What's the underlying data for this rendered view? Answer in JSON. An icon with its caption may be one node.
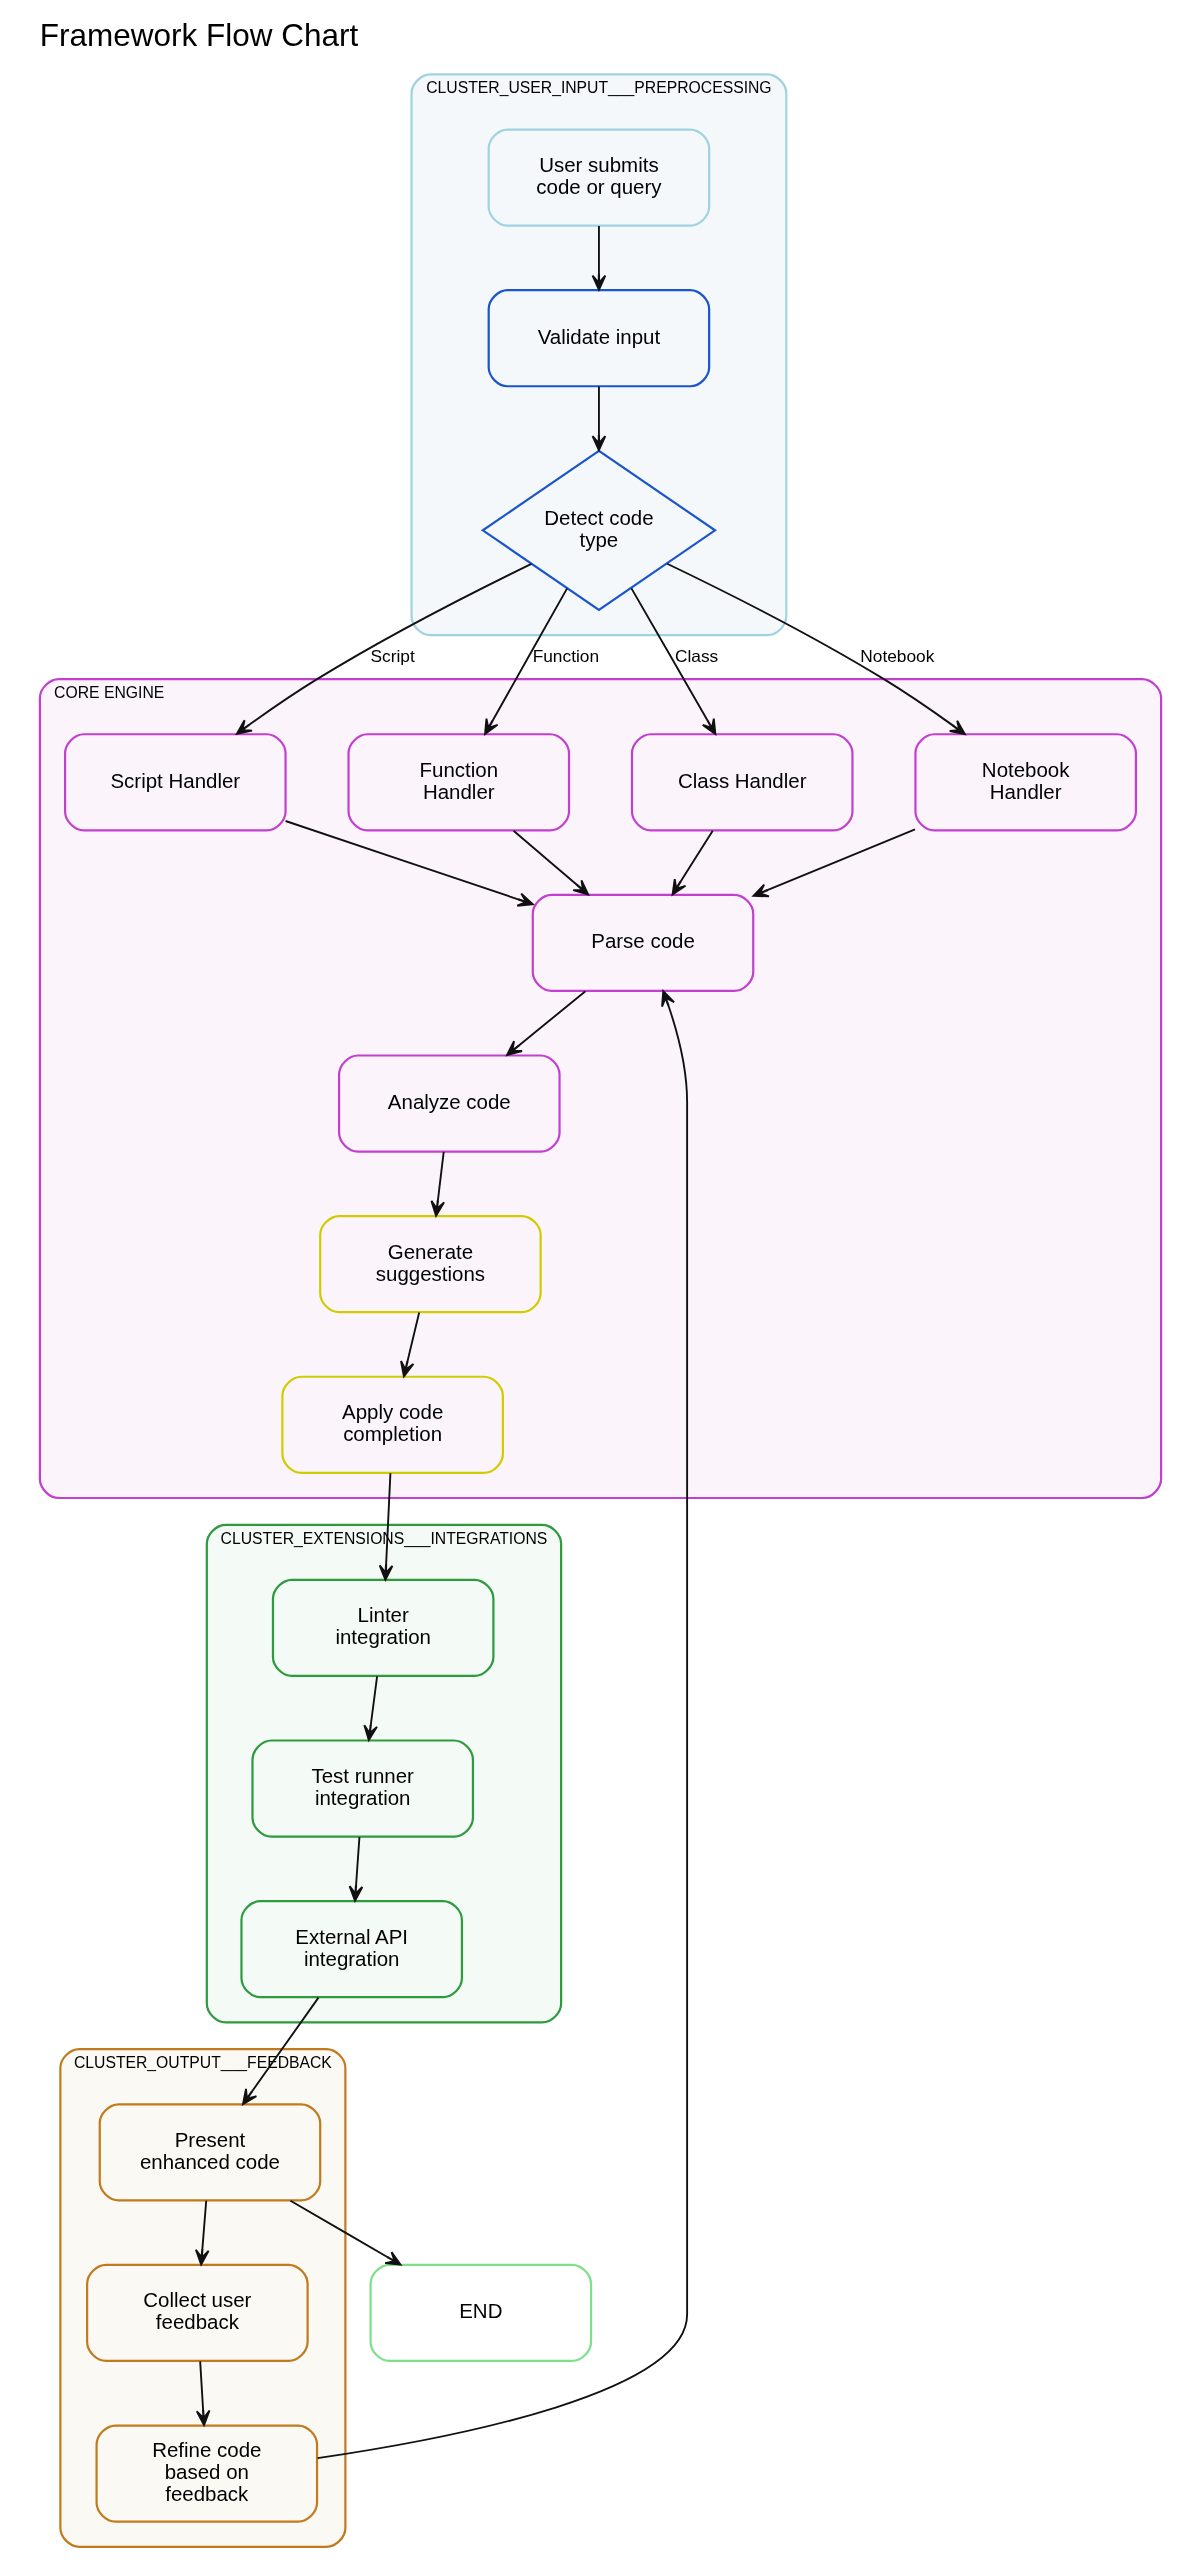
{
  "diagram": {
    "title": "Framework Flow Chart",
    "nodes": [
      {
        "text": [
          "CLUSTER_USER_INPUT___PREPROCESSING"
        ]
      },
      {
        "text": [
          "User submits code or query"
        ],
        "in": 0
      },
      {
        "text": [
          "Validate input"
        ],
        "in": 0
      },
      {
        "text": [
          "Detect code type"
        ],
        "in": 0
      },
      {
        "text": [
          "CORE ENGINE"
        ]
      },
      {
        "text": [
          "Script Handler"
        ],
        "in": 4
      },
      {
        "text": [
          "Function Handler"
        ],
        "in": 4
      },
      {
        "text": [
          "Class Handler"
        ],
        "in": 4
      },
      {
        "text": [
          "Notebook Handler"
        ],
        "in": 4
      },
      {
        "text": [
          "Parse code"
        ],
        "in": 4
      },
      {
        "text": [
          "Analyze code"
        ],
        "in": 4
      },
      {
        "text": [
          "Generate suggestions"
        ],
        "in": 4
      },
      {
        "text": [
          "Apply code completion"
        ],
        "in": 4
      },
      {
        "text": [
          "CLUSTER_EXTENSIONS___INTEGRATIONS"
        ]
      },
      {
        "text": [
          "Linter integration"
        ],
        "in": 13
      },
      {
        "text": [
          "Test runner integration"
        ],
        "in": 13
      },
      {
        "text": [
          "External API integration"
        ],
        "in": 13
      },
      {
        "text": [
          "CLUSTER_OUTPUT___FEEDBACK"
        ]
      },
      {
        "text": [
          "Present enhanced code"
        ],
        "in": 17
      },
      {
        "text": [
          "Collect user feedback"
        ],
        "in": 17
      },
      {
        "text": [
          "Refine code based on feedback"
        ],
        "in": 17
      },
      {
        "text": [
          "END"
        ]
      }
    ],
    "edges": [
      {
        "from": 1,
        "to": 2,
        "arrow": "to"
      },
      {
        "from": 2,
        "to": 3,
        "arrow": "to"
      },
      {
        "from": 3,
        "to": 5,
        "arrow": "to",
        "label": "Script"
      },
      {
        "from": 3,
        "to": 6,
        "arrow": "to",
        "label": "Function"
      },
      {
        "from": 3,
        "to": 7,
        "arrow": "to",
        "label": "Class"
      },
      {
        "from": 3,
        "to": 8,
        "arrow": "to",
        "label": "Notebook"
      },
      {
        "from": 5,
        "to": 9,
        "arrow": "to"
      },
      {
        "from": 6,
        "to": 9,
        "arrow": "to"
      },
      {
        "from": 7,
        "to": 9,
        "arrow": "to"
      },
      {
        "from": 8,
        "to": 9,
        "arrow": "to"
      },
      {
        "from": 9,
        "to": 10,
        "arrow": "to"
      },
      {
        "from": 10,
        "to": 11,
        "arrow": "to"
      },
      {
        "from": 11,
        "to": 12,
        "arrow": "to"
      },
      {
        "from": 12,
        "to": 14,
        "arrow": "to"
      },
      {
        "from": 14,
        "to": 15,
        "arrow": "to"
      },
      {
        "from": 15,
        "to": 16,
        "arrow": "to"
      },
      {
        "from": 16,
        "to": 18,
        "arrow": "to"
      },
      {
        "from": 18,
        "to": 19,
        "arrow": "to"
      },
      {
        "from": 18,
        "to": 21,
        "arrow": "to"
      },
      {
        "from": 19,
        "to": 20,
        "arrow": "to"
      },
      {
        "from": 20,
        "to": 9,
        "arrow": "to"
      }
    ]
  }
}
